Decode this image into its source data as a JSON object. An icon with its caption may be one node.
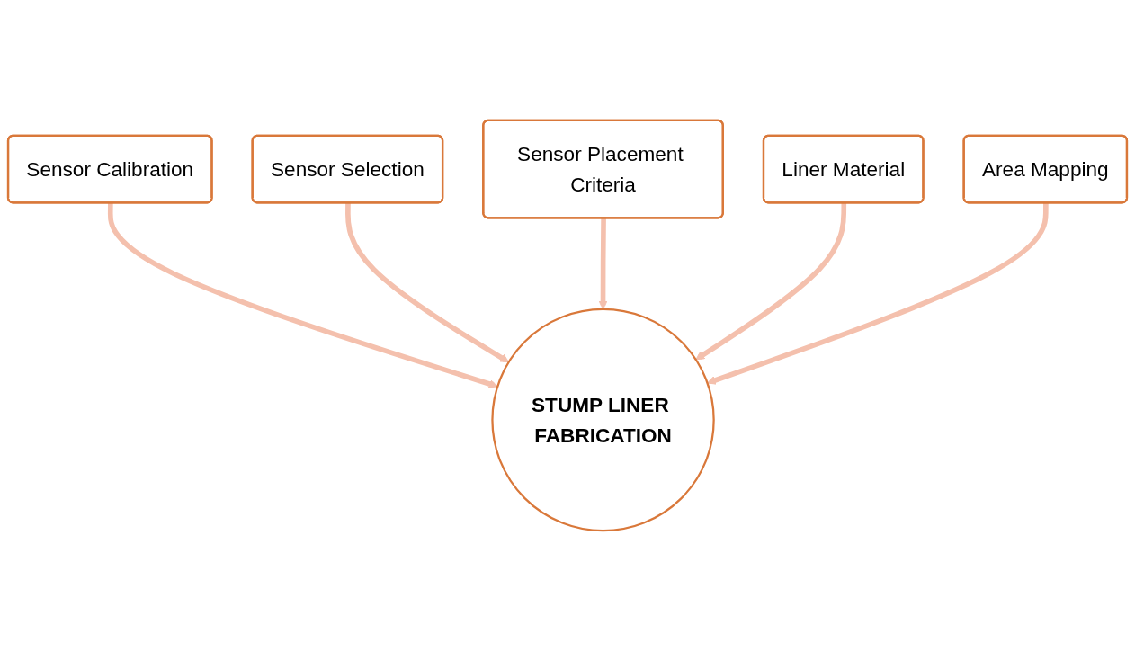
{
  "diagram": {
    "nodes": [
      {
        "text": [
          "Sensor Calibration"
        ]
      },
      {
        "text": [
          "Sensor Selection"
        ]
      },
      {
        "text": [
          "Sensor Placement Criteria"
        ]
      },
      {
        "text": [
          "Liner Material"
        ]
      },
      {
        "text": [
          "STUMP LINER FABRICATION"
        ]
      },
      {
        "text": [
          "Area Mapping"
        ]
      }
    ],
    "edges": [
      {
        "from": 0,
        "to": 4,
        "arrow": "to"
      },
      {
        "from": 1,
        "to": 4,
        "arrow": "to"
      },
      {
        "from": 2,
        "to": 4,
        "arrow": "to"
      },
      {
        "from": 3,
        "to": 4,
        "arrow": "to"
      },
      {
        "from": 5,
        "to": 4,
        "arrow": "to"
      }
    ]
  }
}
